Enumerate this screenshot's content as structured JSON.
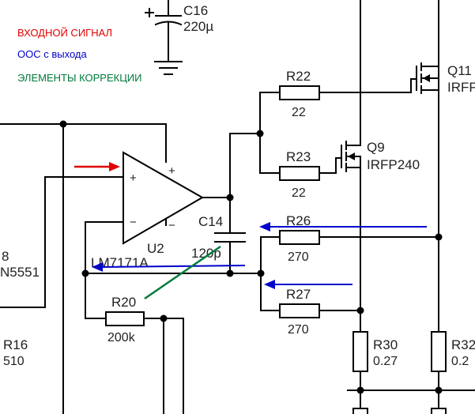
{
  "legend": {
    "input_signal": {
      "text": "ВХОДНОЙ СИГНАЛ",
      "color": "#e00000"
    },
    "feedback": {
      "text": "ООС с выхода",
      "color": "#0000cc"
    },
    "correction": {
      "text": "ЭЛЕМЕНТЫ КОРРЕКЦИИ",
      "color": "#007a3d"
    }
  },
  "components": {
    "c16": {
      "ref": "C16",
      "value": "220µ"
    },
    "r22": {
      "ref": "R22",
      "value": "22"
    },
    "r23": {
      "ref": "R23",
      "value": "22"
    },
    "q11": {
      "ref": "Q11",
      "value": "IRFP"
    },
    "q9": {
      "ref": "Q9",
      "value": "IRFP240"
    },
    "c14": {
      "ref": "C14",
      "value": "120p"
    },
    "r26": {
      "ref": "R26",
      "value": "270"
    },
    "r27": {
      "ref": "R27",
      "value": "270"
    },
    "u2": {
      "ref": "U2",
      "value": "LM7171A"
    },
    "r20": {
      "ref": "R20",
      "value": "200k"
    },
    "r16": {
      "ref": "R16",
      "value": "510"
    },
    "r30": {
      "ref": "R30",
      "value": "0.27"
    },
    "r32": {
      "ref": "R32",
      "value": "0.2"
    },
    "left_part": {
      "ref_fragment": "8",
      "value": "N5551"
    }
  },
  "opamp_pins": {
    "plus_in": "+",
    "minus_in": "−",
    "plus_supply": "+",
    "minus_supply": "−"
  }
}
